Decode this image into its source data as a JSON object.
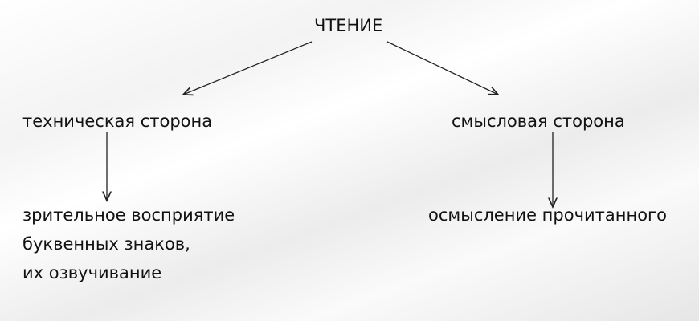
{
  "root": "ЧТЕНИЕ",
  "left": {
    "title": "техническая сторона",
    "detail": [
      "зрительное восприятие",
      "буквенных знаков,",
      "их озвучивание"
    ]
  },
  "right": {
    "title": "смысловая сторона",
    "detail": [
      "осмысление прочитанного"
    ]
  }
}
